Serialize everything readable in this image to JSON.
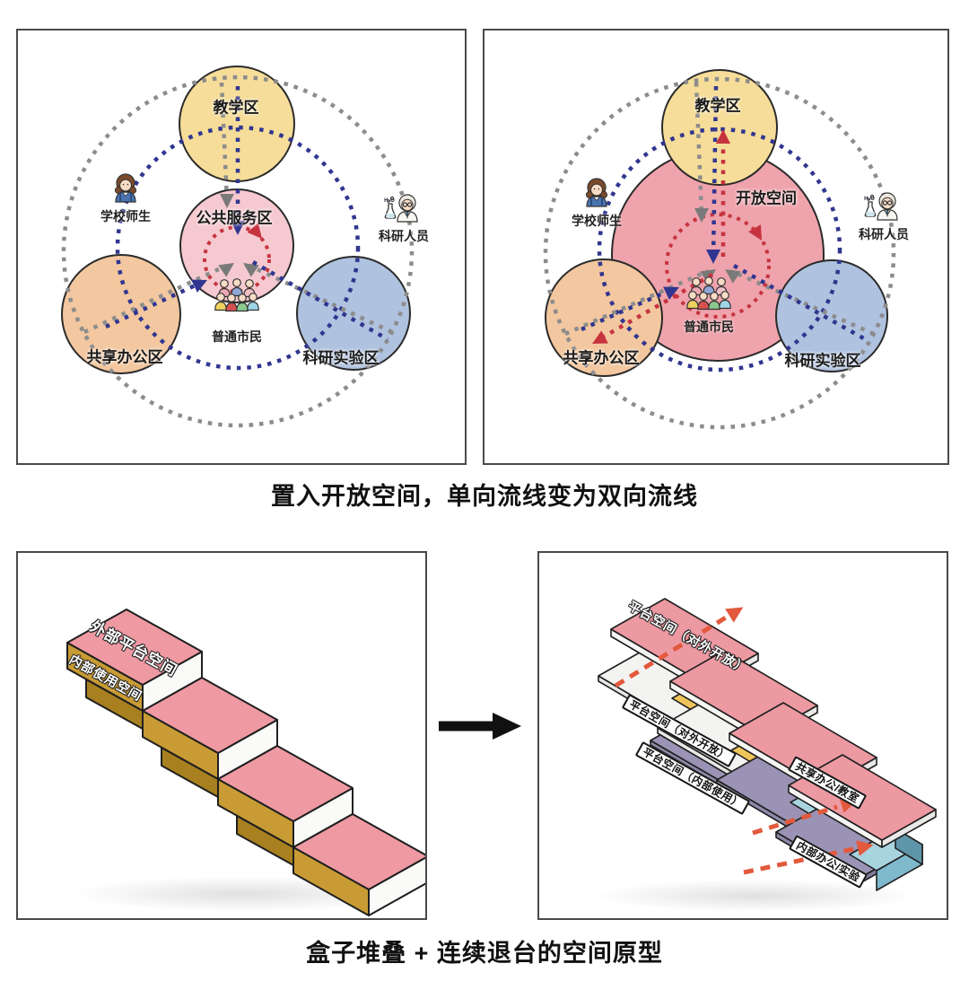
{
  "captions": {
    "top": "置入开放空间，单向流线变为双向流线",
    "bottom": "盒子堆叠 + 连续退台的空间原型"
  },
  "circulation_before": {
    "zones": {
      "teaching": "教学区",
      "public_service": "公共服务区",
      "shared_office": "共享办公区",
      "research_lab": "科研实验区"
    },
    "actors": {
      "school": "学校师生",
      "citizens": "普通市民",
      "researchers": "科研人员"
    },
    "flask_text": "H₂O"
  },
  "circulation_after": {
    "zones": {
      "teaching": "教学区",
      "open_space": "开放空间",
      "shared_office": "共享办公区",
      "research_lab": "科研实验区"
    },
    "actors": {
      "school": "学校师生",
      "citizens": "普通市民",
      "researchers": "科研人员"
    },
    "flask_text": "H₂O"
  },
  "prototype_stacked": {
    "roof_label": "外部平台空间",
    "side_label": "内部使用空间"
  },
  "prototype_exploded": {
    "labels": [
      "平台空间（对外开放）",
      "平台空间（对外开放）",
      "平台空间（内部使用）",
      "共享办公/教室",
      "内部办公/实验"
    ]
  },
  "colors": {
    "teaching_zone": "#F6DD99",
    "service_zone": "#F6C9D0",
    "open_space": "#EFA3AC",
    "shared_office_zone": "#F3C79F",
    "research_zone": "#AFC2DF",
    "citizen_route_red": "#C6333F",
    "inward_route_blue": "#30368F",
    "outer_ring_gray": "#8C8C8C",
    "roof_pink": "#EC99A2",
    "wall_gold": "#D9A62E",
    "wall_teal": "#7FB9CE",
    "slab_purple": "#9B93B5",
    "flow_arrow_orange": "#E2593C"
  }
}
